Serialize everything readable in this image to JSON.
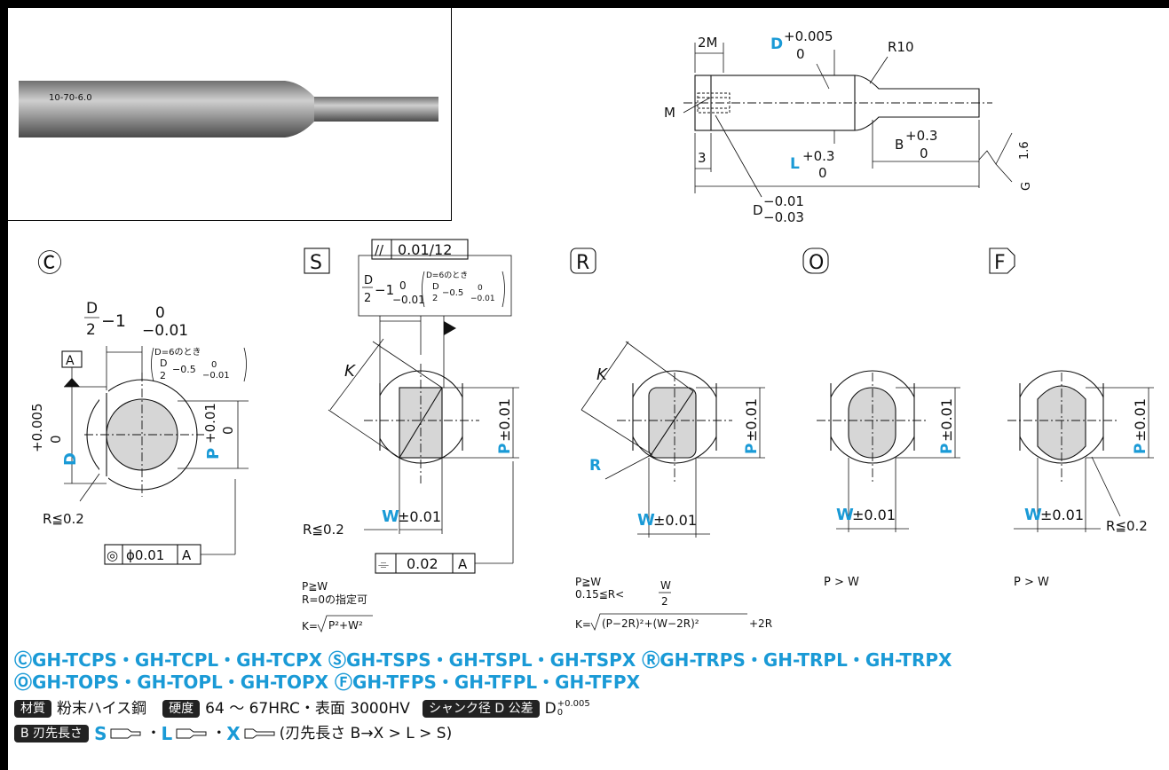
{
  "photo": {
    "engraving": "10-70-6.0"
  },
  "side_view": {
    "dim_2m": "2M",
    "dim_d_top_letter": "D",
    "dim_d_top_plus": "+0.005",
    "dim_d_top_zero": "0",
    "dim_r10": "R10",
    "dim_m": "M",
    "dim_3": "3",
    "dim_b_letter": "B",
    "dim_b_plus": "+0.3",
    "dim_b_zero": "0",
    "dim_l_letter": "L",
    "dim_l_plus": "+0.3",
    "dim_l_zero": "0",
    "dim_d_bottom_letter": "D",
    "dim_d_bottom_upper": "−0.01",
    "dim_d_bottom_lower": "−0.03",
    "surface": "1.6",
    "grind": "G"
  },
  "sections": [
    {
      "mark": "Ⓒ"
    },
    {
      "mark": "S"
    },
    {
      "mark": "R"
    },
    {
      "mark": "O"
    },
    {
      "mark": "F"
    }
  ],
  "section_c": {
    "dim_frac_num": "D",
    "dim_frac_den": "2",
    "dim_minus1": "−1",
    "tol_upper": "0",
    "tol_lower": "−0.01",
    "note_line1": "D=6のとき",
    "note_frac_num": "D",
    "note_frac_den": "2",
    "note_minus": "−0.5",
    "note_tol_upper": "0",
    "note_tol_lower": "−0.01",
    "datum": "A",
    "d_letter": "D",
    "d_plus": "+0.005",
    "d_zero": "0",
    "p_letter": "P",
    "p_plus": "+0.01",
    "p_zero": "0",
    "radius": "R≦0.2",
    "frame_symbol": "◎",
    "frame_value": "ϕ0.01",
    "frame_datum": "A"
  },
  "section_s": {
    "frame_symbol": "//",
    "frame_value": "0.01/12",
    "dim_frac_num": "D",
    "dim_frac_den": "2",
    "dim_minus1": "−1",
    "tol_upper": "0",
    "tol_lower": "−0.01",
    "note_line1": "D=6のとき",
    "note_frac_num": "D",
    "note_frac_den": "2",
    "note_minus": "−0.5",
    "note_tol_upper": "0",
    "note_tol_lower": "−0.01",
    "k_label": "K",
    "p_letter": "P",
    "p_tol": "±0.01",
    "w_letter": "W",
    "w_tol": "±0.01",
    "radius": "R≦0.2",
    "sym_symbol": "⌯",
    "sym_value": "0.02",
    "sym_datum": "A",
    "note1": "P≧W",
    "note2": "R=0の指定可",
    "formula_k": "K=",
    "formula_body": "P²+W²"
  },
  "section_r": {
    "k_label": "K",
    "r_label": "R",
    "p_letter": "P",
    "p_tol": "±0.01",
    "w_letter": "W",
    "w_tol": "±0.01",
    "note1": "P≧W",
    "note2_left": "0.15≦R<",
    "note2_num": "W",
    "note2_den": "2",
    "formula_k": "K=",
    "formula_body": "(P−2R)²+(W−2R)²",
    "formula_tail": "+2R"
  },
  "section_o": {
    "p_letter": "P",
    "p_tol": "±0.01",
    "w_letter": "W",
    "w_tol": "±0.01",
    "note": "P > W"
  },
  "section_f": {
    "p_letter": "P",
    "p_tol": "±0.01",
    "w_letter": "W",
    "w_tol": "±0.01",
    "radius": "R≦0.2",
    "note": "P > W"
  },
  "products": {
    "line1_c": "ⒸGH-TCPS・GH-TCPL・GH-TCPX",
    "line1_s": "ⓈGH-TSPS・GH-TSPL・GH-TSPX",
    "line1_r": "ⓇGH-TRPS・GH-TRPL・GH-TRPX",
    "line2_o": "ⓄGH-TOPS・GH-TOPL・GH-TOPX",
    "line2_f": "ⒻGH-TFPS・GH-TFPL・GH-TFPX"
  },
  "specs": {
    "material_tag": "材質",
    "material_value": "粉末ハイス鋼",
    "hardness_tag": "硬度",
    "hardness_value": "64 ～ 67HRC・表面 3000HV",
    "shank_tag": "シャンク径 D 公差",
    "shank_letter": "D",
    "shank_upper": "+0.005",
    "shank_lower": "0",
    "blade_tag": "B 刃先長さ",
    "blade_s": "S",
    "blade_l": "L",
    "blade_x": "X",
    "sep": "・",
    "blade_note": "(刃先長さ B→X > L > S)"
  }
}
